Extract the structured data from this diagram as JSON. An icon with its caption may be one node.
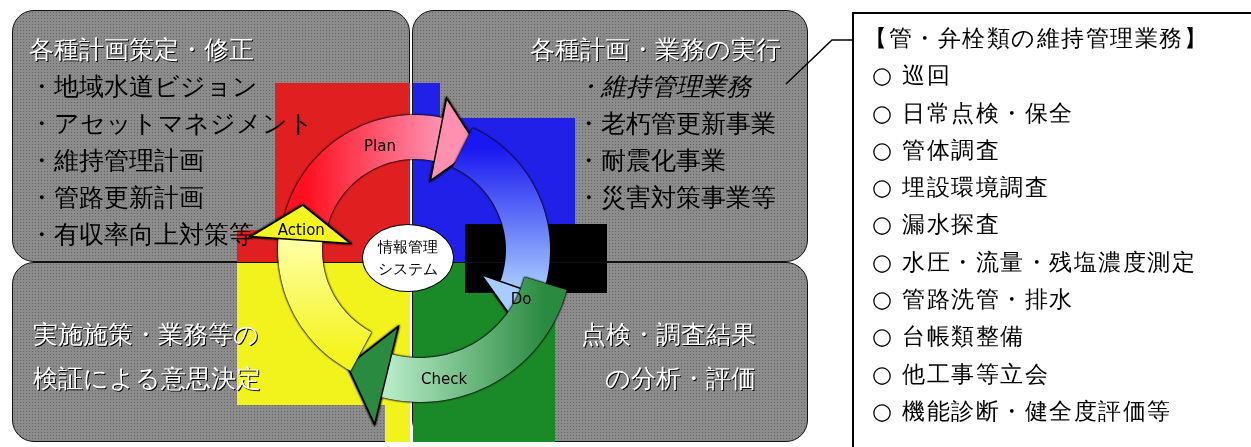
{
  "diagram": {
    "nodes": [
      {
        "text": [
          "各種計画策定・修正",
          "・地域水道ビジョン",
          "・アセットマネジメント",
          "・維持管理計画",
          "・管路更新計画",
          "・有収率向上対策等"
        ]
      },
      {
        "text": [
          "各種計画・業務の実行",
          "・維持管理業務",
          "・老朽管更新事業",
          "・耐震化事業",
          "・災害対策事業等"
        ]
      },
      {
        "text": [
          "実施施策・業務等の検証による意思決定"
        ]
      },
      {
        "text": [
          "点検・調査結果の分析・評価"
        ]
      },
      {
        "text": [
          "情報管理システム"
        ]
      },
      {
        "text": [
          "【管・弁栓類の維持管理業務】",
          "○ 巡回",
          "○ 日常点検・保全",
          "○ 管体調査",
          "○ 埋設環境調査",
          "○ 漏水探査",
          "○ 水圧・流量・残塩濃度測定",
          "○ 管路洗管・排水",
          "○ 台帳類整備",
          "○ 他工事等立会",
          "○ 機能診断・健全度評価等"
        ]
      }
    ],
    "edges": [
      {
        "from": 0,
        "to": 1,
        "arrow": "to",
        "label": "Plan"
      },
      {
        "from": 1,
        "to": 3,
        "arrow": "to",
        "label": "Do"
      },
      {
        "from": 3,
        "to": 2,
        "arrow": "to",
        "label": "Check"
      },
      {
        "from": 2,
        "to": 0,
        "arrow": "to",
        "label": "Action"
      },
      {
        "from": 5,
        "to": 1,
        "arrow": "none"
      }
    ]
  }
}
